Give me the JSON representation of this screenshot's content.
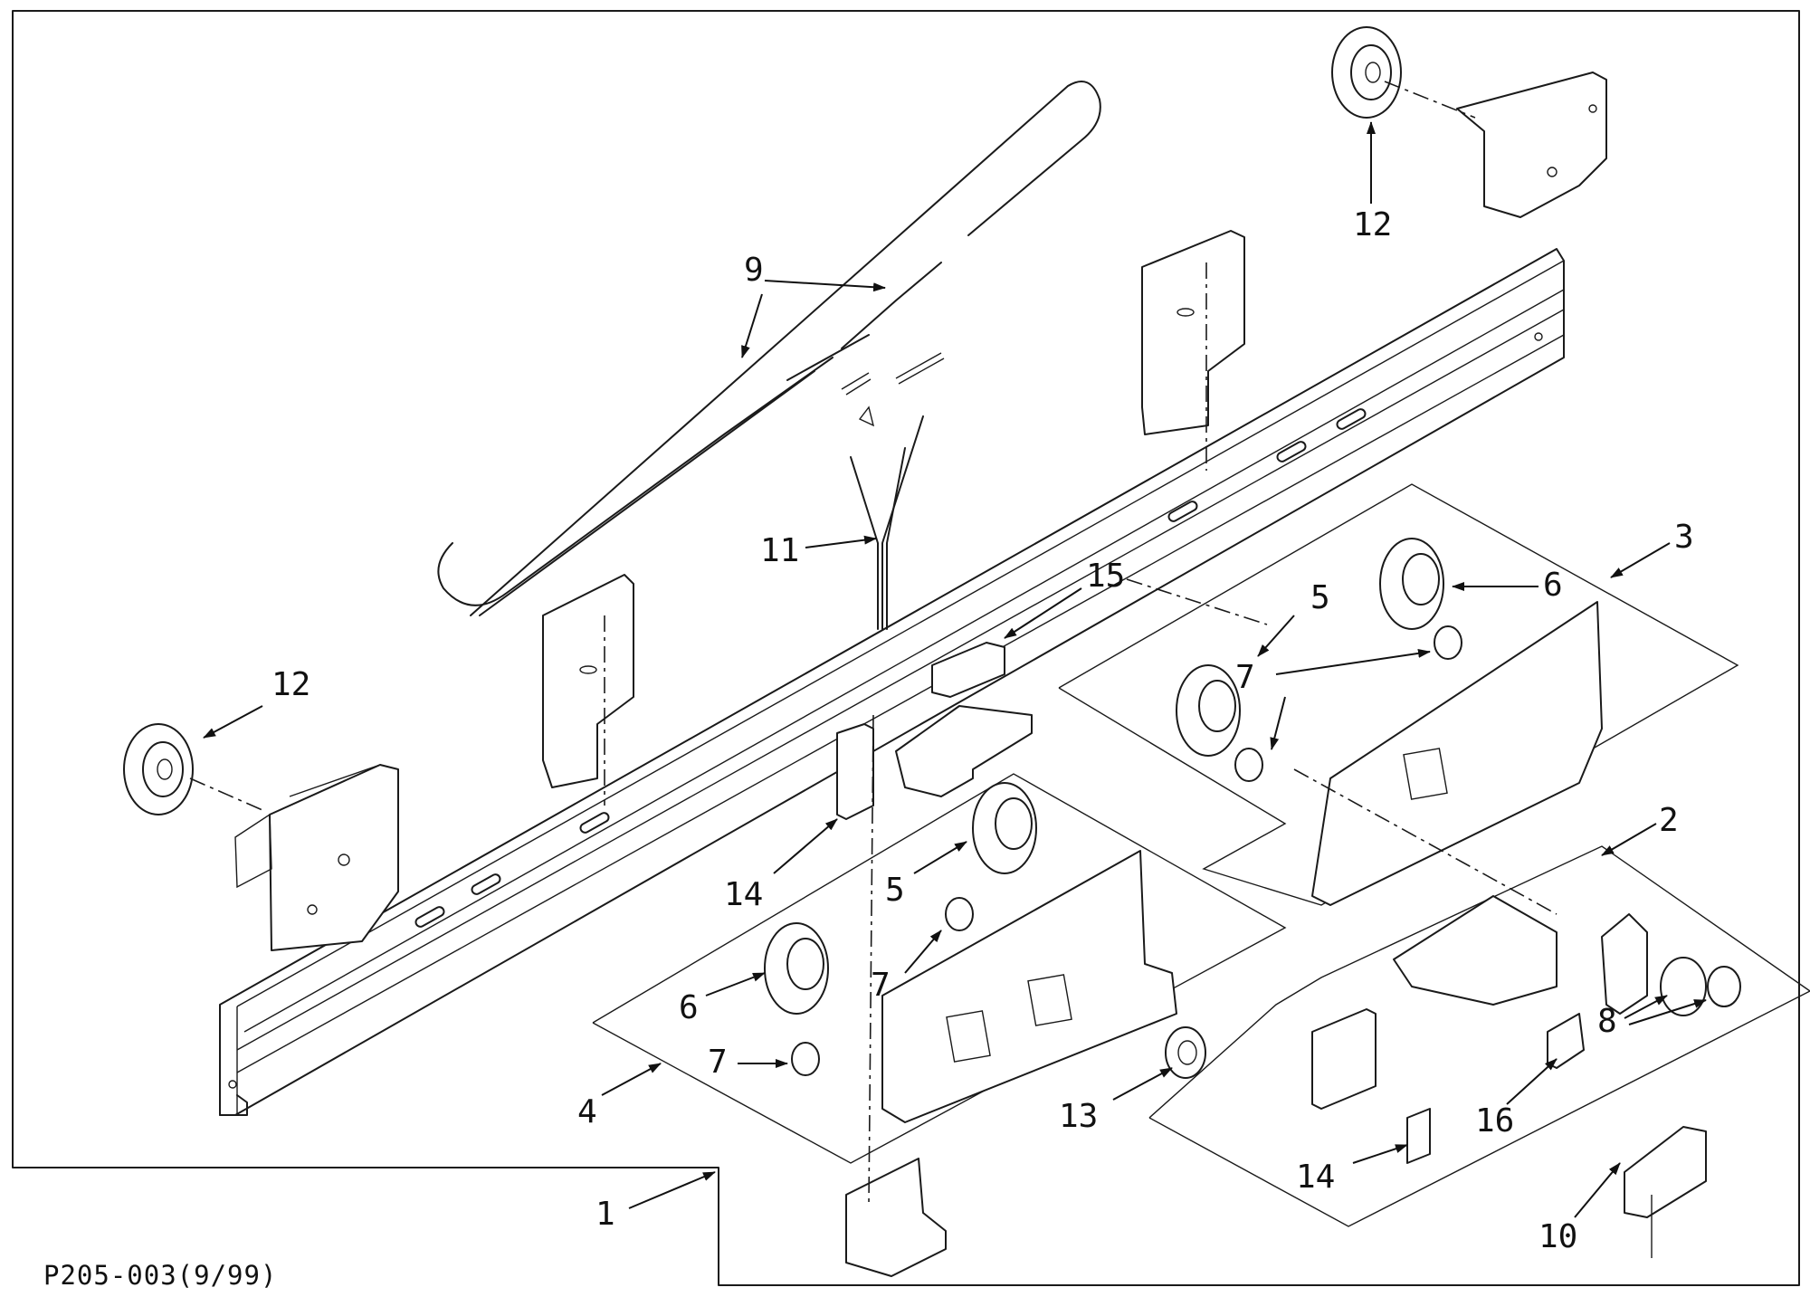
{
  "drawing_code": "P205-003(9/99)",
  "callouts": [
    {
      "id": "c1",
      "label": "1"
    },
    {
      "id": "c2",
      "label": "2"
    },
    {
      "id": "c3",
      "label": "3"
    },
    {
      "id": "c4",
      "label": "4"
    },
    {
      "id": "c5a",
      "label": "5"
    },
    {
      "id": "c5b",
      "label": "5"
    },
    {
      "id": "c6a",
      "label": "6"
    },
    {
      "id": "c6b",
      "label": "6"
    },
    {
      "id": "c7a",
      "label": "7"
    },
    {
      "id": "c7b",
      "label": "7"
    },
    {
      "id": "c7c",
      "label": "7"
    },
    {
      "id": "c8",
      "label": "8"
    },
    {
      "id": "c9",
      "label": "9"
    },
    {
      "id": "c10",
      "label": "10"
    },
    {
      "id": "c11",
      "label": "11"
    },
    {
      "id": "c12a",
      "label": "12"
    },
    {
      "id": "c12b",
      "label": "12"
    },
    {
      "id": "c13",
      "label": "13"
    },
    {
      "id": "c14a",
      "label": "14"
    },
    {
      "id": "c14b",
      "label": "14"
    },
    {
      "id": "c15",
      "label": "15"
    },
    {
      "id": "c16",
      "label": "16"
    }
  ]
}
